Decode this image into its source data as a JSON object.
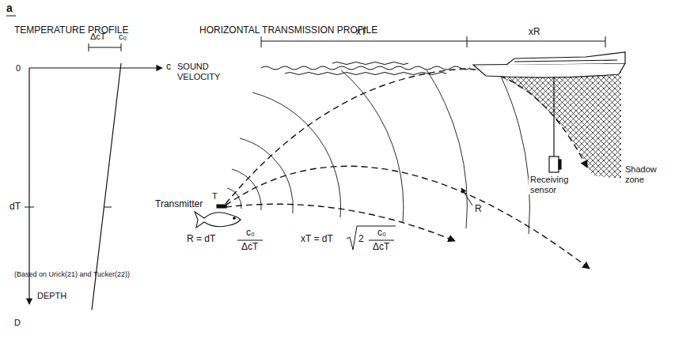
{
  "diagram": {
    "labels": [
      "a",
      "TEMPERATURE PROFILE",
      "HORIZONTAL TRANSMISSION PROFILE",
      "ΔcT",
      "c₀",
      "c",
      "SOUND VELOCITY",
      "0",
      "dT",
      "DEPTH",
      "D",
      "xT",
      "xR",
      "Transmitter",
      "T",
      "R",
      "Receiving sensor",
      "Shadow zone",
      "R = dT",
      "c₀",
      "ΔcT",
      "xT = dT",
      "2",
      "c₀",
      "ΔcT",
      "(Based on Urick(21) and Tucker(22))"
    ]
  }
}
